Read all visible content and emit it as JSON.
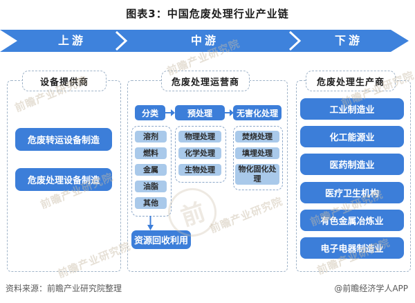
{
  "title": "图表3：中国危废处理行业产业链",
  "flow_band": {
    "segments": [
      {
        "label": "上游"
      },
      {
        "label": "中游"
      },
      {
        "label": "下游"
      }
    ]
  },
  "upstream": {
    "header": "设备提供商",
    "items": [
      "危废转运设备制造",
      "危废处理设备制造"
    ]
  },
  "midstream": {
    "header": "危废处理运营商",
    "stages": [
      {
        "label": "分类",
        "children": [
          "溶剂",
          "燃料",
          "金属",
          "油脂",
          "其他"
        ]
      },
      {
        "label": "预处理",
        "children": [
          "物理处理",
          "化学处理",
          "生物处理"
        ]
      },
      {
        "label": "无害化处理",
        "children": [
          "焚烧处理",
          "填埋处理",
          "物化固化处理"
        ]
      }
    ],
    "recycle_label": "资源回收利用"
  },
  "downstream": {
    "header": "危废处理生产商",
    "items": [
      "工业制造业",
      "化工能源业",
      "医药制造业",
      "医疗卫生机构",
      "有色金属冶炼业",
      "电子电器制造业"
    ]
  },
  "footer": {
    "source": "资料来源：前瞻产业研究院整理",
    "credit": "@前瞻经济学人APP"
  },
  "watermark": {
    "text": "前瞻产业研究院",
    "logo_char": "前"
  },
  "colors": {
    "band_blue": "#3e82dc",
    "node_blue": "#3c7ed9",
    "pill_light_blue": "#a9c9ea",
    "dashed_border": "#9fb3c8",
    "footer_gray": "#595959"
  }
}
